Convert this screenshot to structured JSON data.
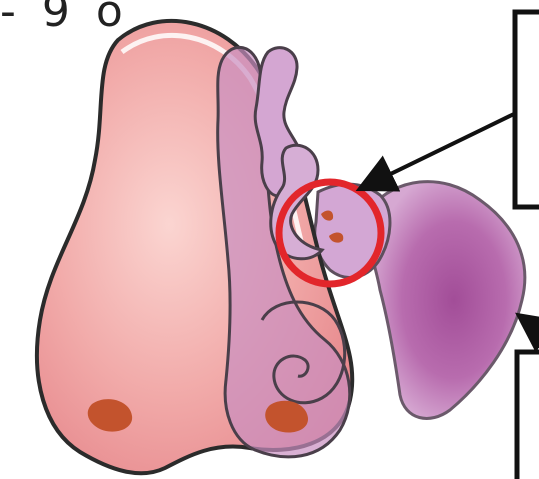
{
  "caption": {
    "text": "- 9 o"
  },
  "callout_boxes": [
    {
      "label": "",
      "role": "upper-right-empty-label-box"
    },
    {
      "label": "",
      "role": "lower-right-empty-label-box"
    }
  ],
  "highlight": {
    "shape": "circle",
    "color": "#e2262b",
    "target": "nasal-passage-opening"
  },
  "colors": {
    "nose_skin": "#ef9a9d",
    "nose_highlight": "#fbd5d1",
    "nasal_cavity": "#c98fc1",
    "sinus_deep": "#b25aa6",
    "nostril": "#c3532d",
    "outline": "#2b2b2b",
    "arrow": "#111111"
  }
}
